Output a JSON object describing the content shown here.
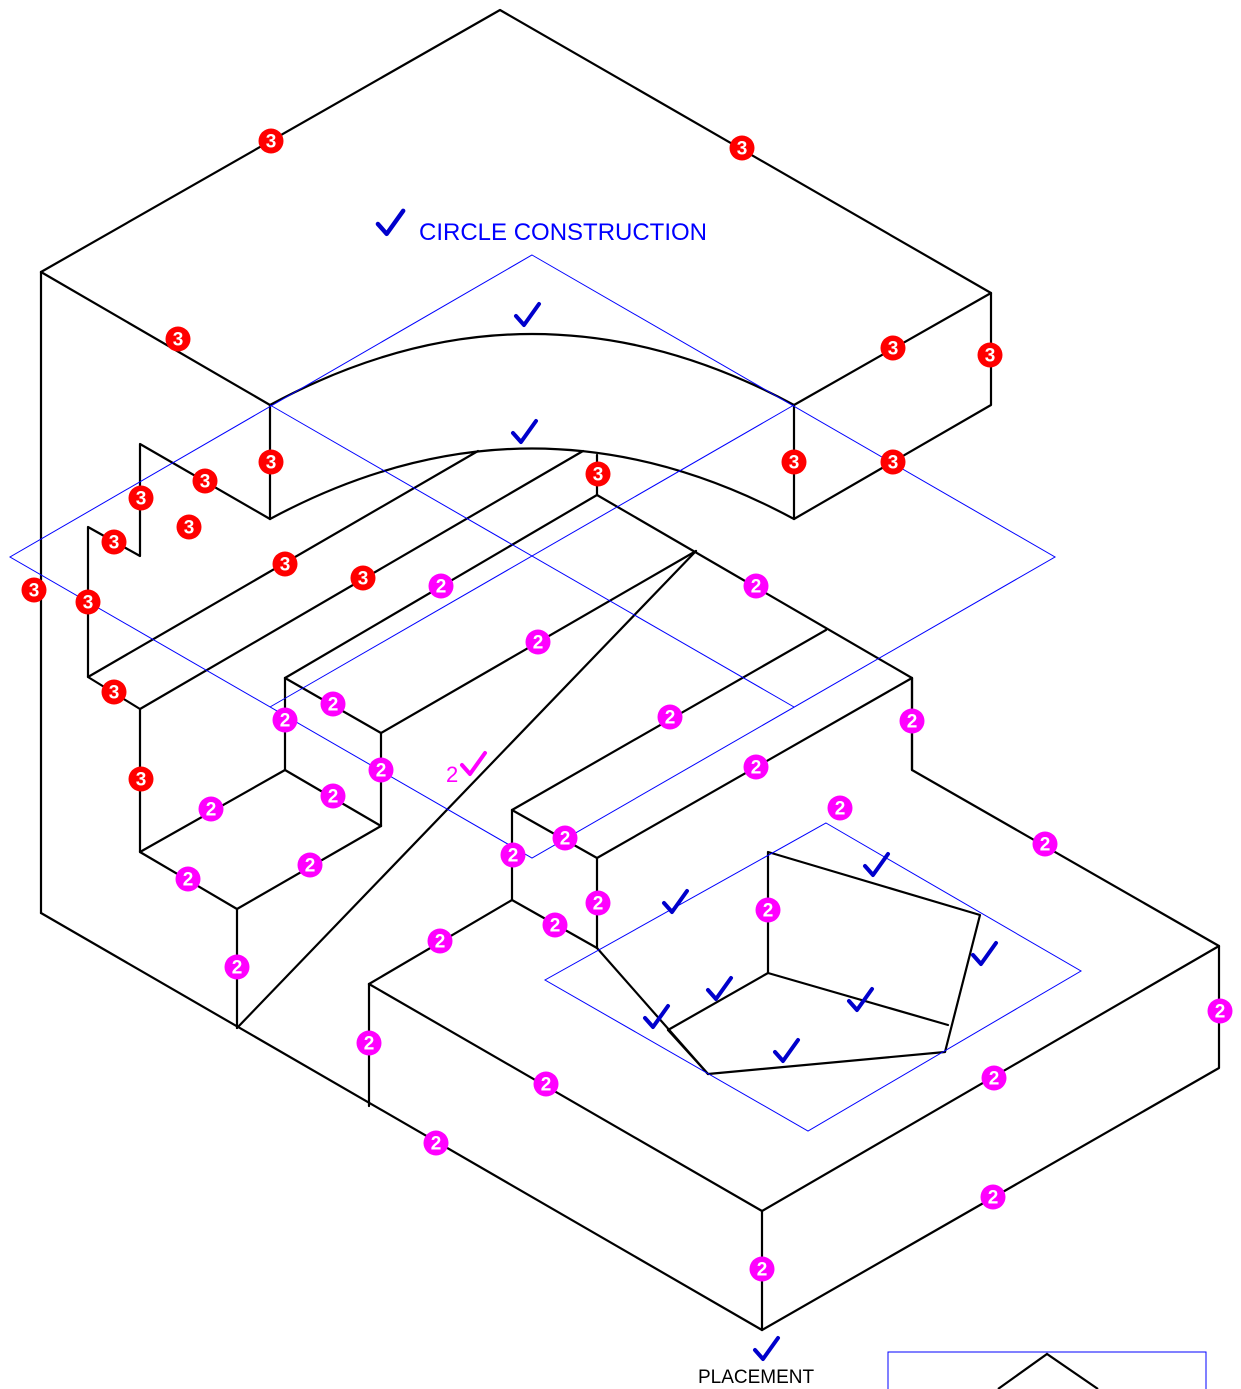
{
  "colors": {
    "outline": "#000000",
    "construction": "#0000ff",
    "mark_three": "#ff0000",
    "mark_two": "#ff00ff",
    "check": "#0000cc",
    "background": "#ffffff"
  },
  "labels": {
    "circle_construction": "CIRCLE CONSTRUCTION",
    "placement": "PLACEMENT",
    "two_check_number": "2"
  },
  "marks": {
    "three": "3",
    "two": "2",
    "check_symbol": "✓"
  }
}
